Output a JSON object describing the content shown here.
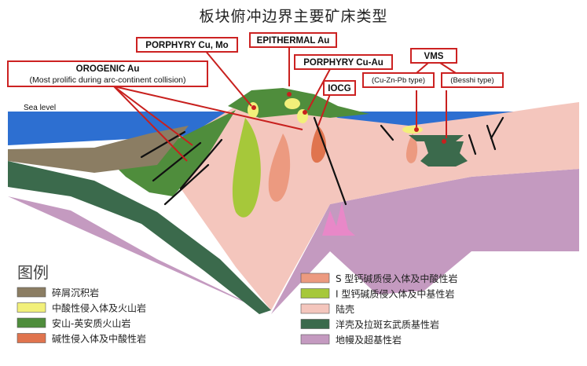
{
  "title": "板块俯冲边界主要矿床类型",
  "sea_level_label": "Sea level",
  "deposit_labels": {
    "orogenic": {
      "line1": "OROGENIC   Au",
      "line2": "(Most prolific during arc-continent collision)"
    },
    "porphyry_cu_mo": "PORPHYRY Cu, Mo",
    "epithermal_au": "EPITHERMAL Au",
    "porphyry_cu_au": "PORPHYRY Cu-Au",
    "iocg": "IOCG",
    "vms": "VMS",
    "vms_cu_zn_pb": "(Cu-Zn-Pb type)",
    "vms_besshi": "(Besshi type)"
  },
  "legend": {
    "title": "图例",
    "items": [
      {
        "label": "碎屑沉积岩",
        "color": "#8b7d63"
      },
      {
        "label": "中酸性侵入体及火山岩",
        "color": "#f2f07a"
      },
      {
        "label": "安山-英安质火山岩",
        "color": "#4f8d3c"
      },
      {
        "label": "碱性侵入体及中酸性岩",
        "color": "#e0744e"
      },
      {
        "label": "S 型钙碱质侵入体及中酸性岩",
        "color": "#ec9a80"
      },
      {
        "label": "I 型钙碱质侵入体及中基性岩",
        "color": "#a6c83a"
      },
      {
        "label": "陆壳",
        "color": "#f4c6bd"
      },
      {
        "label": "洋壳及拉斑玄武质基性岩",
        "color": "#3b6a4c"
      },
      {
        "label": "地幔及超基性岩",
        "color": "#c49ac0"
      }
    ]
  },
  "colors": {
    "sea": "#2d6fd1",
    "crust": "#f4c6bd",
    "mantle": "#c49ac0",
    "oceanic_crust": "#3b6a4c",
    "andesite": "#4f8d3c",
    "sediment": "#8b7d63",
    "felsic": "#f2f07a",
    "itype": "#a6c83a",
    "stype": "#ec9a80",
    "alkaline": "#e0744e",
    "pink_intrusion": "#e888c8",
    "label_border": "#cc2222",
    "arrow": "#c8201e"
  }
}
